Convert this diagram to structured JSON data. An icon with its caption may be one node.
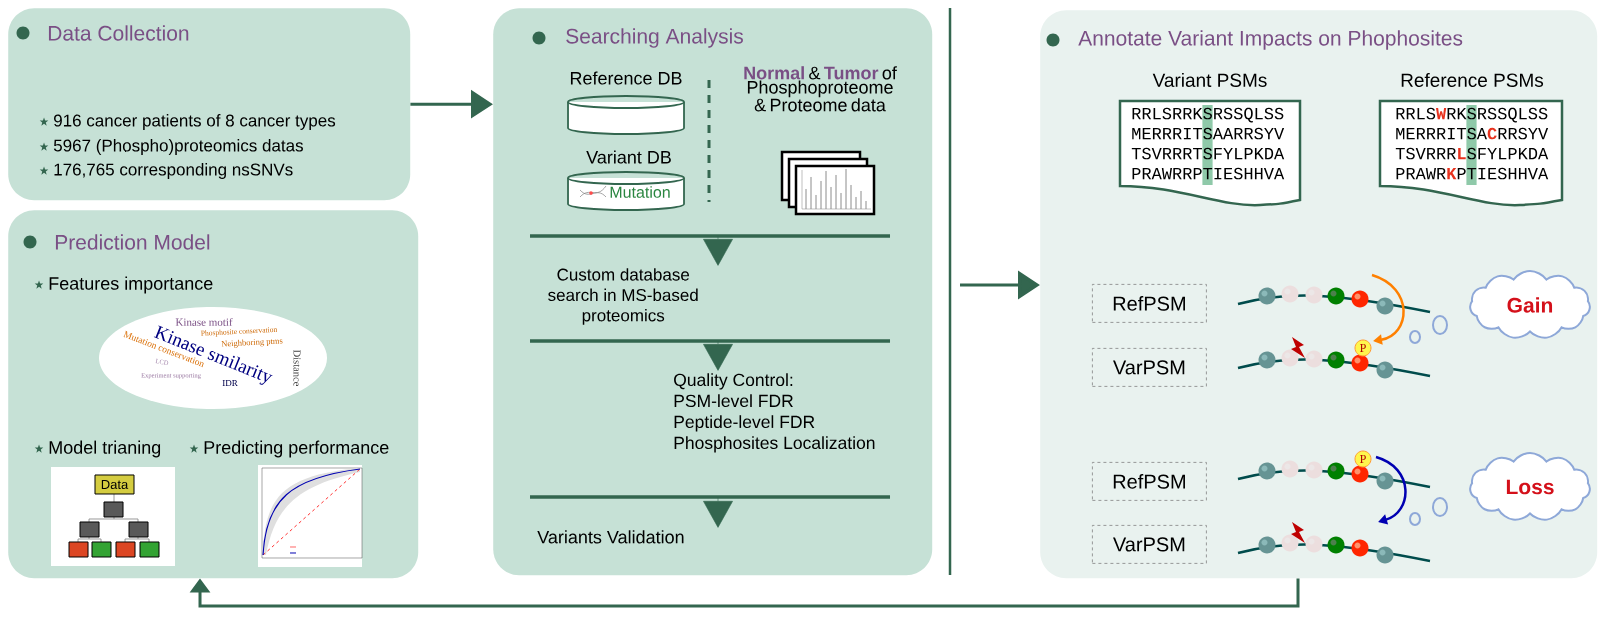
{
  "diagram": {
    "nodes": [
      {
        "text": [
          "Data Collection",
          "916 cancer patients of 8 cancer types",
          "5967 (Phospho)proteomics datas",
          "176,765 corresponding nsSNVs"
        ]
      },
      {
        "text": [
          "Prediction Model",
          "Features importance",
          "Model trianing",
          "Predicting performance"
        ]
      },
      {
        "text": [
          "Kinase motif",
          "Phosphosite conservation",
          "Neighboring ptms",
          "Mutation conservation",
          "Kinase smilarity",
          "Distance",
          "LCD",
          "Experiment supporting",
          "IDR"
        ],
        "in": 1
      },
      {
        "text": [
          "Searching Analysis"
        ]
      },
      {
        "text": [
          "Reference DB"
        ],
        "in": 3
      },
      {
        "text": [
          "Variant DB",
          "Mutation"
        ],
        "in": 3
      },
      {
        "text": [
          "**Normal** & **Tumor** of Phosphoproteome & Proteome data"
        ],
        "in": 3
      },
      {
        "text": [
          "Custom database search in MS-based proteomics"
        ],
        "in": 3
      },
      {
        "text": [
          "Quality Control:",
          "PSM-level FDR",
          "Peptide-level FDR",
          "Phosphosites Localization"
        ],
        "in": 3
      },
      {
        "text": [
          "Variants Validation"
        ],
        "in": 3
      },
      {
        "text": [
          "Annotate Variant Impacts on Phophosites"
        ]
      },
      {
        "text": [
          "Variant PSMs",
          "RRLSRRKSRSSQLSS",
          "MERRRITSAARRSYV",
          "TSVRRRTSFYLPKDA",
          "PRAWRRPTIESHHVA"
        ],
        "in": 10
      },
      {
        "text": [
          "Reference PSMs",
          "RRLS**W**RKSRSSQLSS",
          "MERRRITSA**C**RRSYV",
          "TSVRRR**L**SFYLPKDA",
          "PRAWR**K**PTIESHHVA"
        ],
        "in": 10
      },
      {
        "text": [
          "RefPSM"
        ],
        "in": 10
      },
      {
        "text": [
          "VarPSM"
        ],
        "in": 10
      },
      {
        "text": [
          "Gain"
        ],
        "in": 10
      },
      {
        "text": [
          "RefPSM"
        ],
        "in": 10
      },
      {
        "text": [
          "VarPSM"
        ],
        "in": 10
      },
      {
        "text": [
          "Loss"
        ],
        "in": 10
      }
    ],
    "edges": [
      {
        "from": 0,
        "to": 3,
        "arrow": "to"
      },
      {
        "from": 6,
        "to": 7,
        "arrow": "to"
      },
      {
        "from": 7,
        "to": 8,
        "arrow": "to"
      },
      {
        "from": 8,
        "to": 9,
        "arrow": "to"
      },
      {
        "from": null,
        "to": 10,
        "arrow": "to"
      },
      {
        "from": 10,
        "to": 1,
        "arrow": "to"
      }
    ],
    "labels": [
      "Data",
      "P",
      "P"
    ]
  }
}
